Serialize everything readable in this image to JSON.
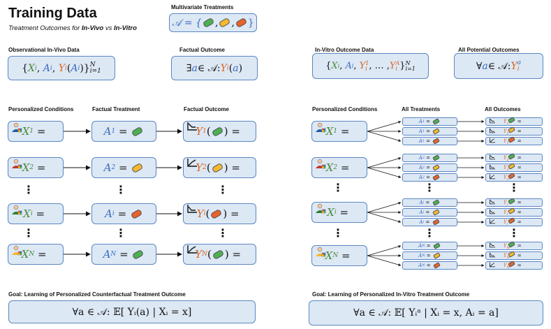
{
  "header": {
    "title": "Training Data",
    "subtitle_parts": [
      "Treatment Outcomes for ",
      "In-Vivo",
      " vs ",
      "In-Vitro"
    ]
  },
  "treatments": {
    "label": "Multivariate Treatments",
    "formula_prefix": "𝒜 = {",
    "formula_suffix": "}"
  },
  "left": {
    "obs_label": "Observational In-Vivo Data",
    "obs_formula": {
      "open": "{ ",
      "X": "X",
      "i": "i",
      "A": "A",
      "Y": "Y",
      "close": " }",
      "sup": "N",
      "sub": "i=1"
    },
    "fact_label": "Factual Outcome",
    "fact_formula": {
      "exists": "∃",
      "a": "a",
      "in": " ∈ 𝒜: ",
      "Y": "Y",
      "i": "i"
    },
    "col_conditions": "Personalized Conditions",
    "col_treatment": "Factual Treatment",
    "col_outcome": "Factual Outcome",
    "rows": [
      {
        "sub": "1",
        "pill": "#4caf50"
      },
      {
        "sub": "2",
        "pill": "#f5b82e"
      },
      {
        "sub": "i",
        "pill": "#e8622a"
      },
      {
        "sub": "N",
        "pill": "#4caf50"
      }
    ],
    "goal_label": "Goal: Learning of Personalized Counterfactual Treatment Outcome",
    "goal_formula": "∀a ∈ 𝒜: 𝔼[ Yᵢ(a) | Xᵢ = x]"
  },
  "right": {
    "vitro_label": "In-Vitro Outcome Data",
    "vitro_formula": {
      "open": "{ ",
      "X": "X",
      "A": "A",
      "Y": "Y",
      "sup1": "1",
      "dots": ", … , ",
      "supA": "A",
      "close": " }",
      "sup": "N",
      "sub": "i=1"
    },
    "all_label": "All Potential Outcomes",
    "all_formula": {
      "forall": "∀",
      "a": "a",
      "in": " ∈ 𝒜: ",
      "Y": "Y",
      "i": "i",
      "sup": "a"
    },
    "col_conditions": "Personalized Conditions",
    "col_treatments": "All Treatments",
    "col_outcomes": "All Outcomes",
    "rows": [
      "1",
      "2",
      "i",
      "N"
    ],
    "pills": [
      "#4caf50",
      "#f5b82e",
      "#e8622a"
    ],
    "goal_label": "Goal: Learning of Personalized In-Vitro Treatment Outcome",
    "goal_formula": "∀a ∈ 𝒜: 𝔼[ Yᵢᵃ | Xᵢ = x, Aᵢ = a]"
  },
  "colors": {
    "green": "#4a8a3a",
    "blue": "#3a6cc0",
    "orange": "#d8641e",
    "box_fill": "#dde8f5",
    "box_border": "#5b87c2"
  }
}
